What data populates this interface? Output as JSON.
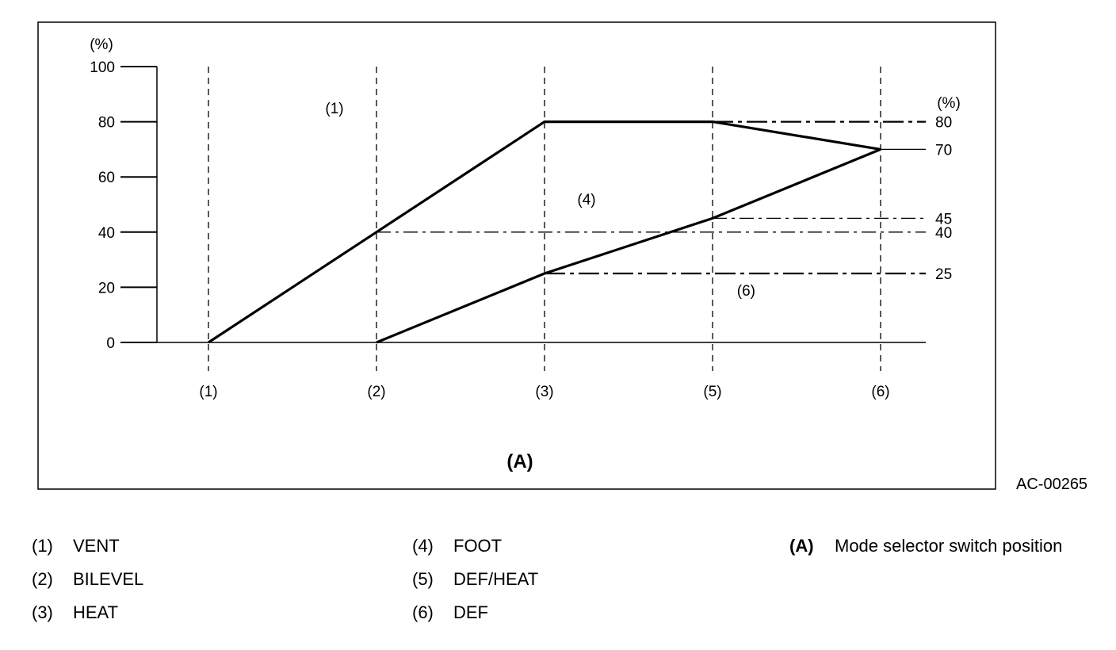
{
  "chart_data": {
    "type": "line",
    "title": "",
    "xlabel": "(A)",
    "ylabel": "(%)",
    "right_axis_label": "(%)",
    "ylim": [
      0,
      100
    ],
    "yticks": [
      "0",
      "20",
      "40",
      "60",
      "80",
      "100"
    ],
    "categories": [
      "(1)",
      "(2)",
      "(3)",
      "(5)",
      "(6)"
    ],
    "series": [
      {
        "values": [
          0,
          40,
          80,
          80,
          70
        ],
        "style": "solid"
      },
      {
        "values": [
          null,
          0,
          25,
          45,
          70
        ],
        "style": "solid"
      }
    ],
    "reference_lines": [
      {
        "value": 80,
        "label": "80",
        "from": "(5)"
      },
      {
        "value": 70,
        "label": "70",
        "from": "(6)"
      },
      {
        "value": 45,
        "label": "45",
        "from": "(5)"
      },
      {
        "value": 40,
        "label": "40",
        "from": "(2)"
      },
      {
        "value": 25,
        "label": "25",
        "from": "(3)"
      }
    ],
    "annotations": [
      {
        "text": "(1)",
        "category": 0.75,
        "y": 85
      },
      {
        "text": "(4)",
        "category": 2.25,
        "y": 52
      },
      {
        "text": "(6)",
        "category": 3.2,
        "y": 19
      }
    ],
    "colors": {
      "line": "#000000",
      "background": "#ffffff"
    }
  },
  "reference_code": "AC-00265",
  "legend": [
    {
      "num": "(1)",
      "label": "VENT"
    },
    {
      "num": "(2)",
      "label": "BILEVEL"
    },
    {
      "num": "(3)",
      "label": "HEAT"
    },
    {
      "num": "(4)",
      "label": "FOOT"
    },
    {
      "num": "(5)",
      "label": "DEF/HEAT"
    },
    {
      "num": "(6)",
      "label": "DEF"
    }
  ],
  "legend_a": {
    "key": "(A)",
    "label": "Mode selector switch position"
  }
}
